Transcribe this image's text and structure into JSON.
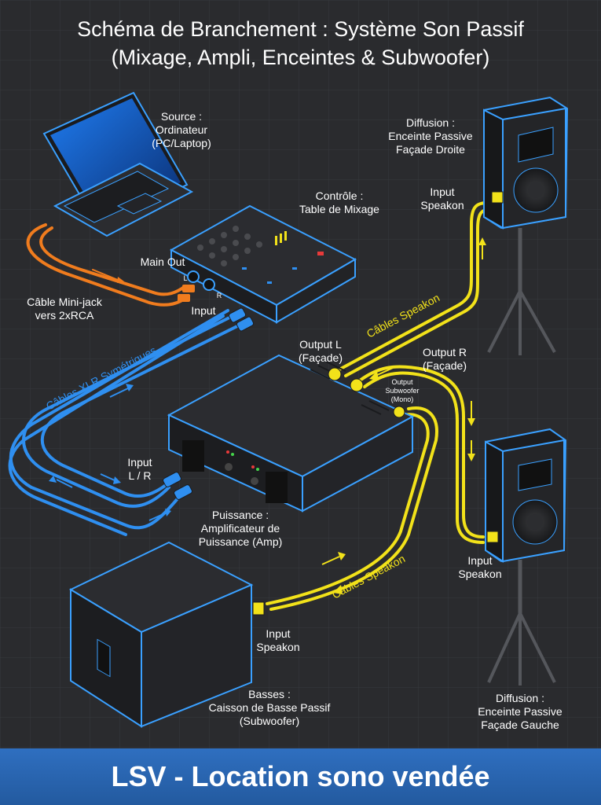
{
  "title": {
    "line1": "Schéma de Branchement : Système Son Passif",
    "line2": "(Mixage, Ampli, Enceintes & Subwoofer)"
  },
  "source": {
    "line1": "Source :",
    "line2": "Ordinateur",
    "line3": "(PC/Laptop)"
  },
  "control": {
    "line1": "Contrôle :",
    "line2": "Table de Mixage"
  },
  "mixer": {
    "main_out": "Main Out",
    "input": "Input",
    "l": "L",
    "r": "R"
  },
  "cable_minijack": {
    "line1": "Câble Mini-jack",
    "line2": "vers 2xRCA"
  },
  "cables_xlr": "Câbles XLR Symétriques",
  "amp_input": {
    "line1": "Input",
    "line2": "L / R"
  },
  "outputs": {
    "output_l_line1": "Output L",
    "output_l_line2": "(Façade)",
    "output_r_line1": "Output R",
    "output_r_line2": "(Façade)",
    "output_sub_line1": "Output",
    "output_sub_line2": "Subwoofer",
    "output_sub_line3": "(Mono)"
  },
  "power": {
    "line1": "Puissance :",
    "line2": "Amplificateur de",
    "line3": "Puissance (Amp)"
  },
  "speakon_top": "Câbles Speakon",
  "speakon_bottom": "Câbles Speakon",
  "right_speaker": {
    "line1": "Diffusion :",
    "line2": "Enceinte Passive",
    "line3": "Façade Droite",
    "input_line1": "Input",
    "input_line2": "Speakon"
  },
  "left_speaker": {
    "line1": "Diffusion :",
    "line2": "Enceinte Passive",
    "line3": "Façade Gauche",
    "input_line1": "Input",
    "input_line2": "Speakon"
  },
  "subwoofer": {
    "line1": "Basses :",
    "line2": "Caisson de Basse Passif",
    "line3": "(Subwoofer)",
    "input_line1": "Input",
    "input_line2": "Speakon"
  },
  "footer": "LSV - Location sono vendée",
  "colors": {
    "background": "#2a2b2e",
    "device_outline": "#3aa0ff",
    "xlr_cable": "#2f8ff0",
    "speakon_cable": "#f2e21a",
    "minijack_cable": "#f07c1e",
    "banner": "#2a65b0"
  }
}
